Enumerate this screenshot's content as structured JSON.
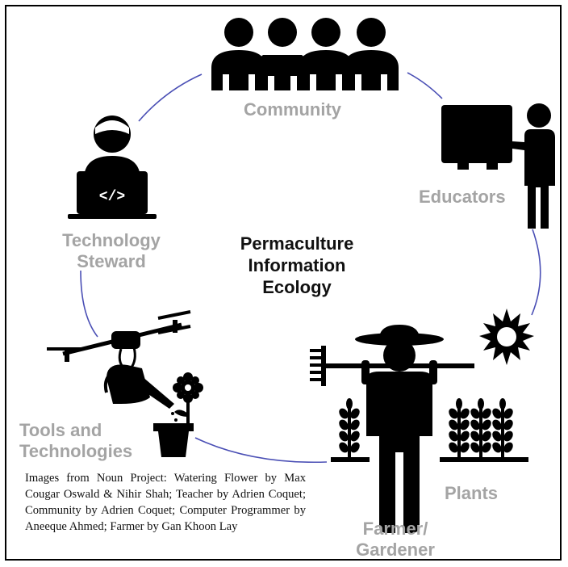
{
  "center_title": {
    "line1": "Permaculture",
    "line2": "Information",
    "line3": "Ecology"
  },
  "nodes": {
    "community": "Community",
    "educators": "Educators",
    "technology_steward": {
      "line1": "Technology",
      "line2": "Steward"
    },
    "tools_and_technologies": {
      "line1": "Tools and",
      "line2": "Technologies"
    },
    "plants": "Plants",
    "farmer_gardener": {
      "line1": "Farmer/",
      "line2": "Gardener"
    }
  },
  "icons": {
    "community": "people-group-icon",
    "educators": "teacher-board-icon",
    "technology_steward": "computer-programmer-icon",
    "tools": "drone-watering-can-flower-icon",
    "farmer": "farmer-rake-icon",
    "plants": "wheat-plants-icon",
    "sun": "sun-icon"
  },
  "laptop_code": "</>",
  "credit_text": "Images from Noun Project: Watering Flower by Max Cougar Oswald & Nihir Shah; Teacher by Adrien Coquet; Community by Adrien Coquet; Computer Programmer by Aneeque Ahmed; Farmer by Gan Khoon Lay",
  "colors": {
    "connector": "#4a4fb5",
    "label_gray": "#a4a4a4",
    "icon_black": "#000000"
  }
}
